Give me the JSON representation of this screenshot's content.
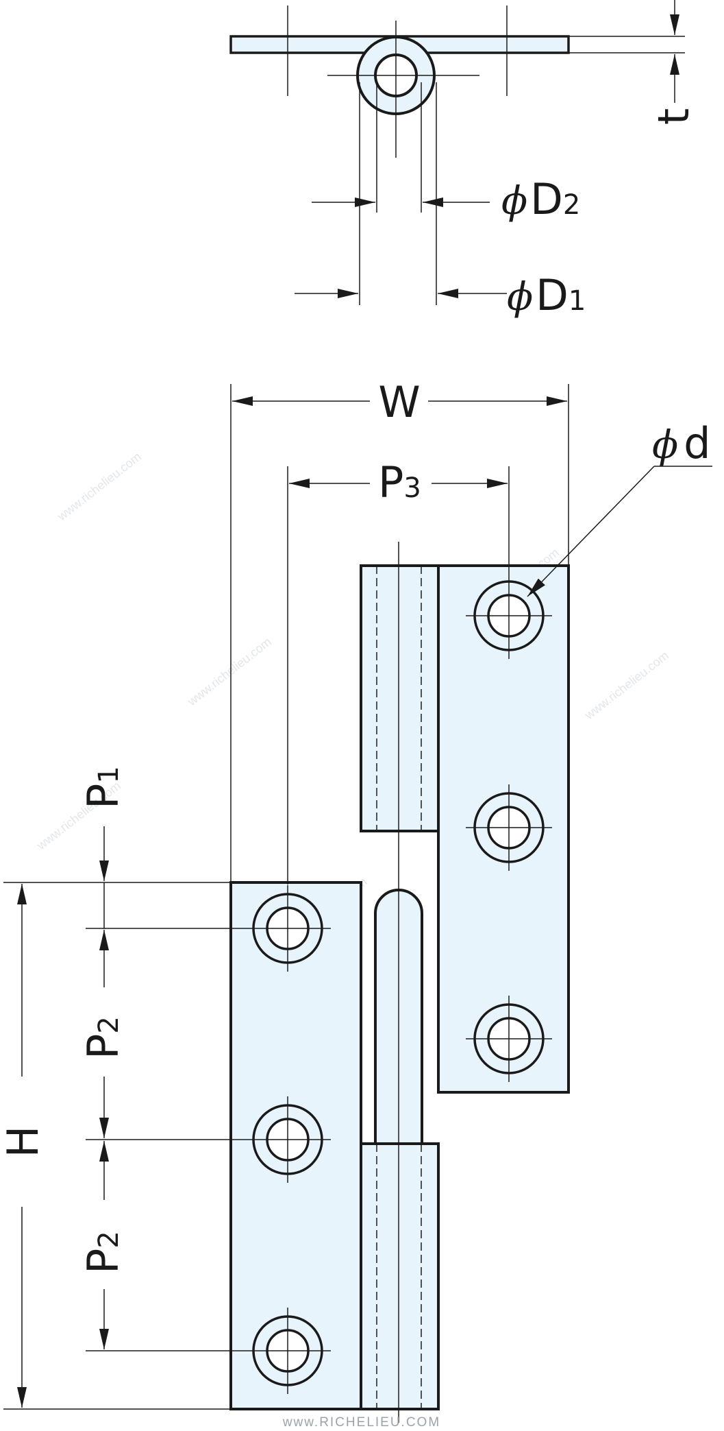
{
  "title": "Lift-off hinge dimension drawing",
  "colors": {
    "fill": "#e8f4fb",
    "line": "#1a1a1a"
  },
  "labels": {
    "t": "t",
    "D2_phi": "ϕ",
    "D2_main": "D",
    "D2_sub": "2",
    "D1_phi": "ϕ",
    "D1_main": "D",
    "D1_sub": "1",
    "W": "W",
    "d_phi": "ϕ",
    "d_main": "d",
    "P3_main": "P",
    "P3_sub": "3",
    "P1_main": "P",
    "P1_sub": "1",
    "P2a_main": "P",
    "P2a_sub": "2",
    "P2b_main": "P",
    "P2b_sub": "2",
    "H": "H"
  },
  "watermark": "www.richelieu.com",
  "footer": "www.RICHELIEU.COM"
}
